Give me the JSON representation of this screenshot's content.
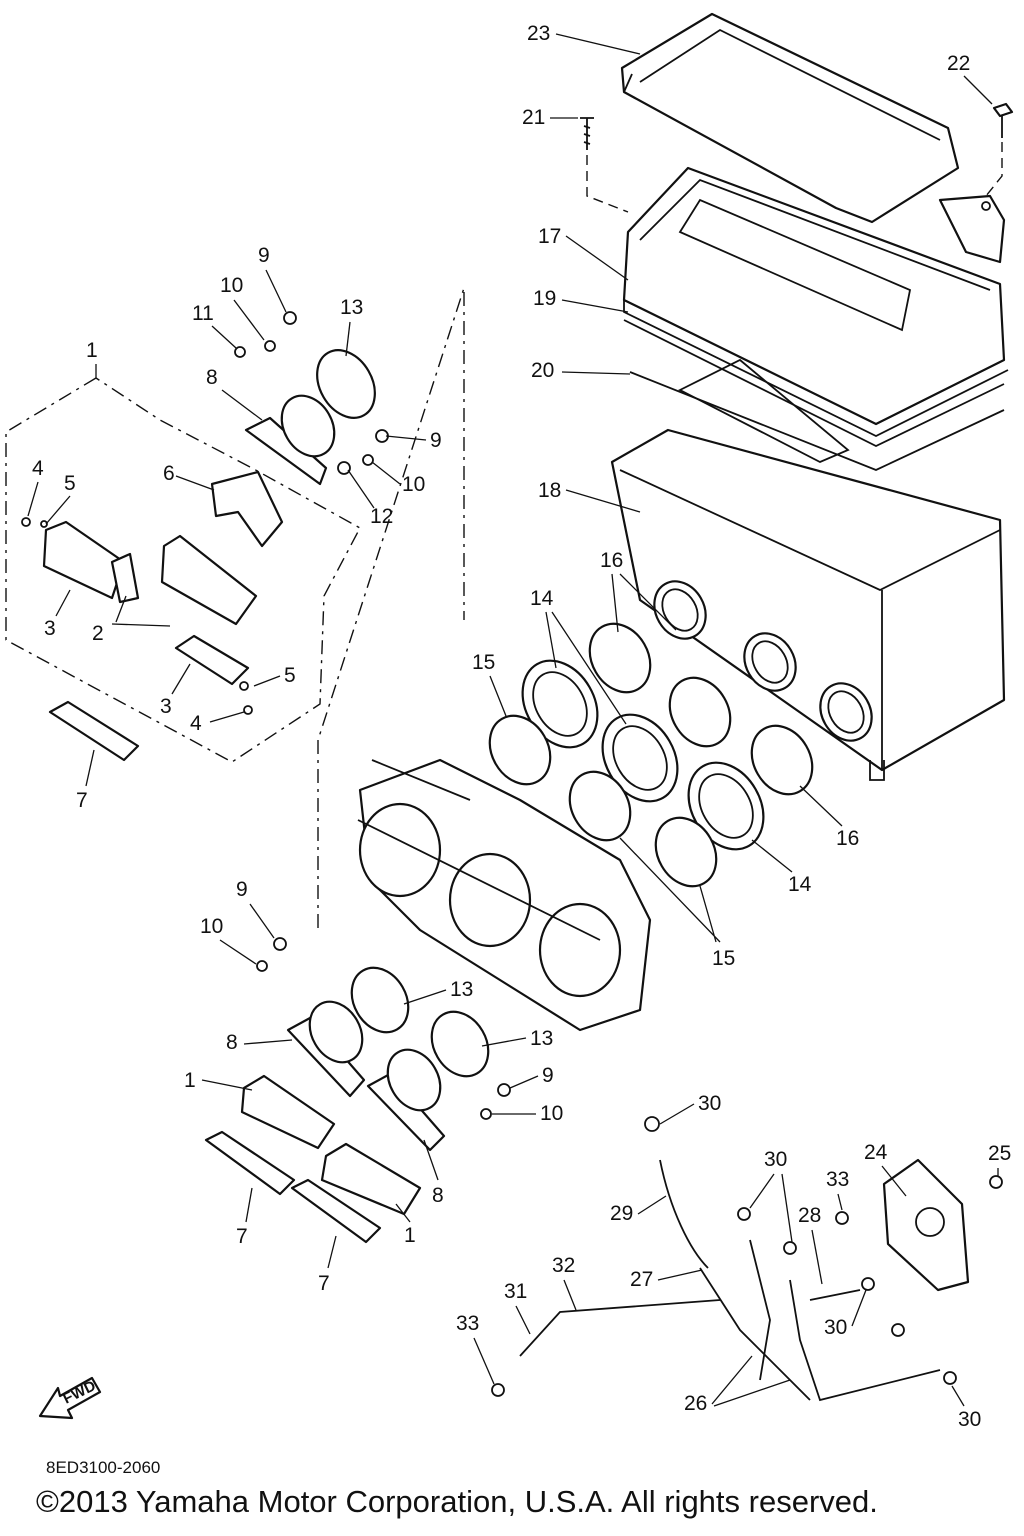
{
  "diagram": {
    "code": "8ED3100-2060",
    "copyright": "©2013 Yamaha Motor Corporation, U.S.A. All rights reserved.",
    "fwd_label": "FWD",
    "callouts": [
      "1",
      "2",
      "3",
      "4",
      "5",
      "6",
      "7",
      "8",
      "9",
      "10",
      "11",
      "12",
      "13",
      "14",
      "15",
      "16",
      "17",
      "18",
      "19",
      "20",
      "21",
      "22",
      "23",
      "24",
      "25",
      "26",
      "27",
      "28",
      "29",
      "30",
      "31",
      "32",
      "33"
    ]
  }
}
